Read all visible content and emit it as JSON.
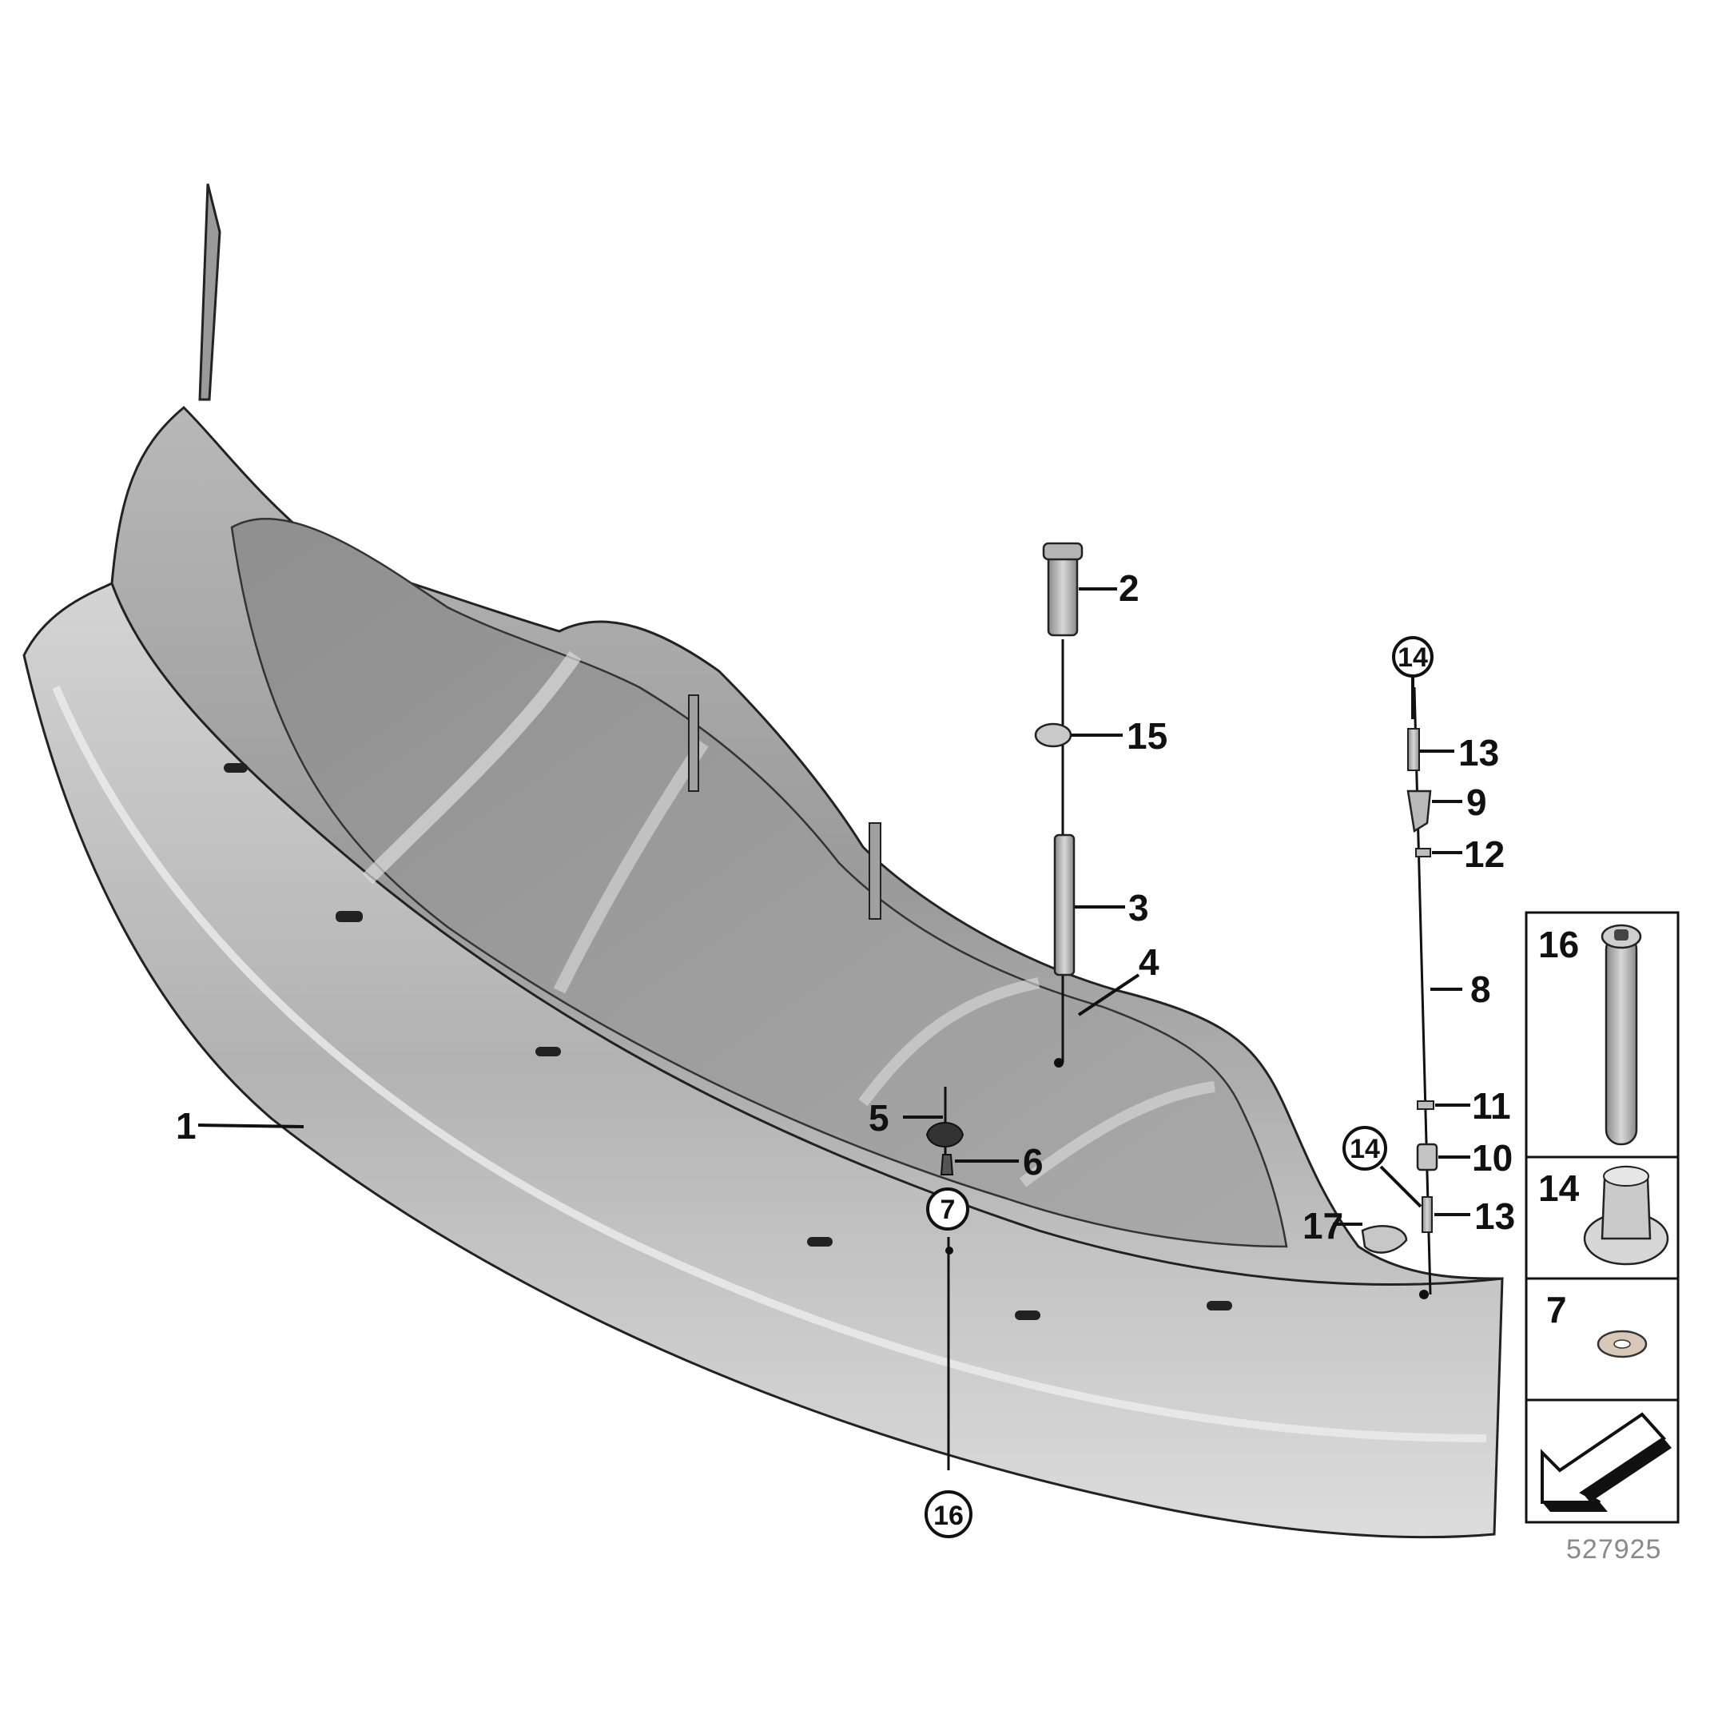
{
  "callouts": {
    "c1": "1",
    "c2": "2",
    "c3": "3",
    "c4": "4",
    "c5": "5",
    "c6": "6",
    "c7_circle": "7",
    "c8": "8",
    "c9": "9",
    "c10": "10",
    "c11": "11",
    "c12": "12",
    "c13_top": "13",
    "c13_bottom": "13",
    "c14_top_circle": "14",
    "c14_circle": "14",
    "c15": "15",
    "c16_circle": "16",
    "c17": "17"
  },
  "legend": {
    "items": [
      {
        "number": "16",
        "icon": "bolt-icon"
      },
      {
        "number": "14",
        "icon": "expanding-nut-icon"
      },
      {
        "number": "7",
        "icon": "washer-icon"
      },
      {
        "number": "",
        "icon": "direction-arrow-icon"
      }
    ]
  },
  "diagram_code": "527925",
  "colors": {
    "part": "#9c9c9c",
    "part_light": "#cfcfcf",
    "part_dark": "#6f6f6f",
    "line": "#111111"
  }
}
